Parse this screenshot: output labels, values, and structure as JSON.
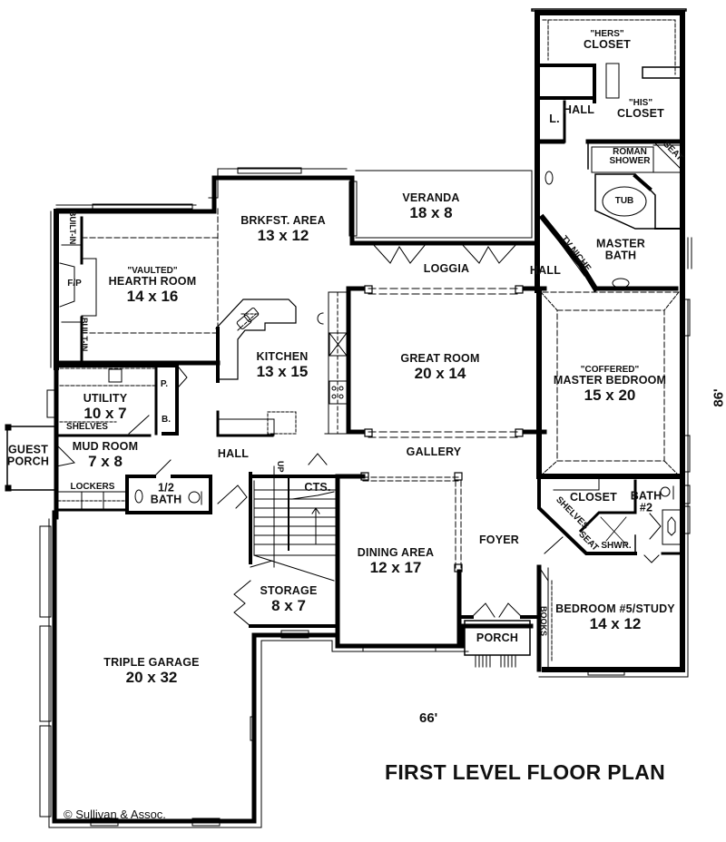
{
  "plan": {
    "title": "FIRST LEVEL FLOOR PLAN",
    "width_dimension": "66'",
    "depth_dimension": "86'",
    "copyright": "© Sullivan & Assoc."
  },
  "rooms": {
    "hers_closet": {
      "qualifier": "\"HERS\"",
      "name": "CLOSET"
    },
    "his_closet": {
      "qualifier": "\"HIS\"",
      "name": "CLOSET"
    },
    "hall_master": {
      "name": "HALL"
    },
    "lav": {
      "name": "L."
    },
    "roman_shower": {
      "name": "ROMAN",
      "name2": "SHOWER"
    },
    "seat_master": {
      "name": "SEAT"
    },
    "tub": {
      "name": "TUB"
    },
    "master_bath": {
      "name": "MASTER",
      "name2": "BATH"
    },
    "tv_niche": {
      "name": "TV NICHE"
    },
    "hall_loggia": {
      "name": "HALL"
    },
    "veranda": {
      "name": "VERANDA",
      "dims": "18 x 8"
    },
    "loggia": {
      "name": "LOGGIA"
    },
    "breakfast": {
      "name": "BRKFST. AREA",
      "dims": "13 x 12"
    },
    "hearth": {
      "qualifier": "\"VAULTED\"",
      "name": "HEARTH ROOM",
      "dims": "14 x 16"
    },
    "builtin_top": {
      "name": "BUILT-IN"
    },
    "builtin_bottom": {
      "name": "BUILT-IN"
    },
    "fireplace": {
      "name": "F/P"
    },
    "kitchen": {
      "name": "KITCHEN",
      "dims": "13 x 15"
    },
    "great_room": {
      "name": "GREAT ROOM",
      "dims": "20 x 14"
    },
    "master_bedroom": {
      "qualifier": "\"COFFERED\"",
      "name": "MASTER BEDROOM",
      "dims": "15 x 20"
    },
    "utility": {
      "name": "UTILITY",
      "dims": "10 x 7"
    },
    "pantry": {
      "name": "P."
    },
    "broom": {
      "name": "B."
    },
    "shelves_utility": {
      "name": "SHELVES"
    },
    "guest_porch": {
      "name": "GUEST",
      "name2": "PORCH"
    },
    "mud_room": {
      "name": "MUD ROOM",
      "dims": "7 x 8"
    },
    "lockers": {
      "name": "LOCKERS"
    },
    "half_bath": {
      "name": "1/2",
      "name2": "BATH"
    },
    "hall_main": {
      "name": "HALL"
    },
    "gallery": {
      "name": "GALLERY"
    },
    "stairs_up": {
      "name": "UP"
    },
    "cts": {
      "name": "CTS."
    },
    "storage": {
      "name": "STORAGE",
      "dims": "8 x 7"
    },
    "dining": {
      "name": "DINING AREA",
      "dims": "12 x 17"
    },
    "foyer": {
      "name": "FOYER"
    },
    "porch": {
      "name": "PORCH"
    },
    "closet_bed5": {
      "name": "CLOSET"
    },
    "bath2": {
      "name": "BATH",
      "name2": "#2"
    },
    "shelves_bed5": {
      "name": "SHELVES"
    },
    "seat_bed5": {
      "name": "SEAT"
    },
    "shwr": {
      "name": "SHWR."
    },
    "books": {
      "name": "BOOKS"
    },
    "bedroom5": {
      "name": "BEDROOM #5/STUDY",
      "dims": "14 x 12"
    },
    "garage": {
      "name": "TRIPLE GARAGE",
      "dims": "20 x 32"
    }
  },
  "colors": {
    "wall": "#000000",
    "background": "#ffffff",
    "line": "#222222"
  }
}
